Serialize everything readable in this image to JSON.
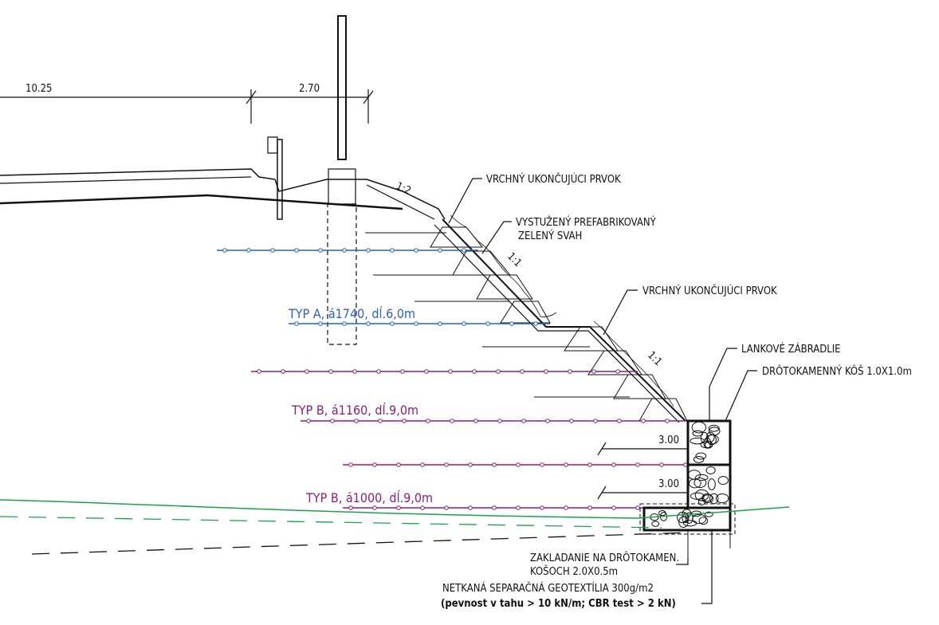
{
  "dimensions": {
    "left": "10.25",
    "right": "2.70",
    "gabion_upper": "3.00",
    "gabion_lower": "3.00"
  },
  "slopes": {
    "top": "1:2",
    "middle": "1:1",
    "lower": "1:1"
  },
  "labels": {
    "top_element_1": "VRCHNÝ UKONČUJÚCI PRVOK",
    "green_slope_line1": "VYSTUŽENÝ PREFABRIKOVANÝ",
    "green_slope_line2": "ZELENÝ SVAH",
    "top_element_2": "VRCHNÝ UKONČUJÚCI PRVOK",
    "cable_railing": "LANKOVÉ ZÁBRADLIE",
    "gabion": "DRÔTOKAMENNÝ KÔŠ 1.0X1.0m",
    "foundation_line1": "ZAKLADANIE NA DRÔTOKAMEN.",
    "foundation_line2": "KOŠOCH 2.0X0.5m",
    "geotextile_line1": "NETKANÁ SEPARAČNÁ GEOTEXTÍLIA 300g/m2",
    "geotextile_line2": "(pevnost v tahu > 10 kN/m; CBR test > 2 kN)"
  },
  "reinforcement": {
    "typ_a": "TYP A, á1740, dĺ.6,0m",
    "typ_b1": "TYP B, á1160, dĺ.9,0m",
    "typ_b2": "TYP B, á1000, dĺ.9,0m"
  },
  "colors": {
    "typ_a": "#2f5fb8",
    "typ_b": "#8a1f7a",
    "terrain": "#1aa24a",
    "line": "#111111"
  }
}
